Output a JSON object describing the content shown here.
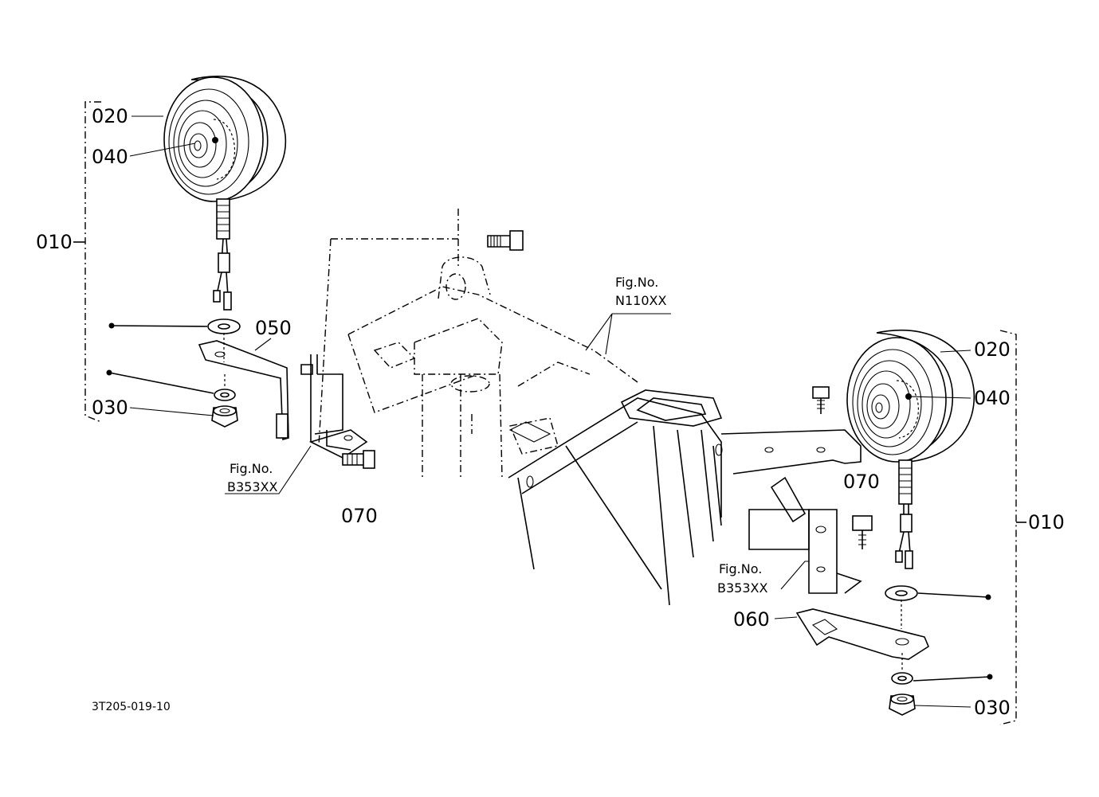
{
  "callouts": {
    "left_010": "010",
    "left_020": "020",
    "left_040": "040",
    "left_030": "030",
    "left_050": "050",
    "left_070": "070",
    "right_010": "010",
    "right_020": "020",
    "right_040": "040",
    "right_030": "030",
    "right_060": "060",
    "right_070": "070"
  },
  "figure_refs": {
    "top_label": "Fig.No.",
    "top_number": "N110XX",
    "left_label": "Fig.No.",
    "left_number": "B353XX",
    "right_label": "Fig.No.",
    "right_number": "B353XX"
  },
  "drawing_code": "3T205-019-10"
}
